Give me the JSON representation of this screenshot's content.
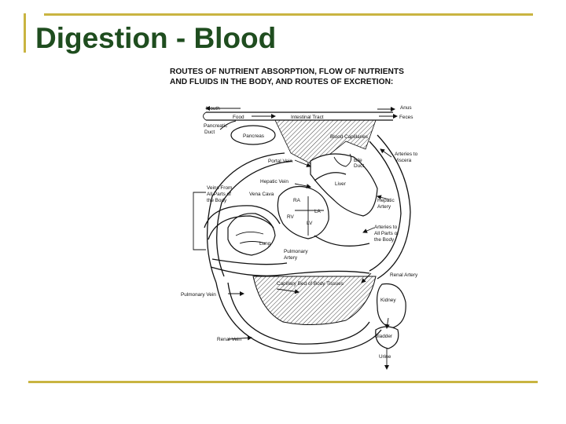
{
  "slide": {
    "title": "Digestion - Blood",
    "accent_color": "#c9b441",
    "title_color": "#1f4d1f"
  },
  "diagram": {
    "caption_line1": "ROUTES OF NUTRIENT ABSORPTION, FLOW OF NUTRIENTS",
    "caption_line2": "AND FLUIDS IN THE BODY, AND ROUTES OF EXCRETION:",
    "labels": {
      "mouth": "Mouth",
      "food": "Food",
      "intestinal_tract": "Intestinal Tract",
      "anus": "Anus",
      "feces": "Feces",
      "pancreatic_duct_1": "Pancreatic",
      "pancreatic_duct_2": "Duct",
      "pancreas": "Pancreas",
      "blood_capillaries": "Blood Capillaries",
      "bile_duct_1": "Bile",
      "bile_duct_2": "Duct",
      "arteries_viscera_1": "Arteries to",
      "arteries_viscera_2": "Viscera",
      "portal_vein": "Portal Vein",
      "liver": "Liver",
      "hepatic_vein": "Hepatic Vein",
      "veins_from_1": "Veins From",
      "veins_from_2": "All Parts of",
      "veins_from_3": "the Body",
      "vena_cava": "Vena Cava",
      "ra": "RA",
      "la": "LA",
      "rv": "RV",
      "lv": "LV",
      "hepatic_artery_1": "Hepatic",
      "hepatic_artery_2": "Artery",
      "arteries_all_1": "Arteries to",
      "arteries_all_2": "All Parts of",
      "arteries_all_3": "the Body",
      "lung": "Lung",
      "pulmonary_artery_1": "Pulmonary",
      "pulmonary_artery_2": "Artery",
      "renal_artery": "Renal Artery",
      "capillary_bed": "Capillary Bed of Body Tissues",
      "pulmonary_vein": "Pulmonary Vein",
      "kidney": "Kidney",
      "bladder": "Bladder",
      "renal_vein": "Renal Vein",
      "urine": "Urine"
    }
  }
}
